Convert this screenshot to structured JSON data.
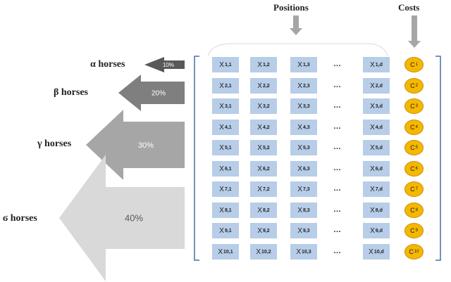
{
  "headers": {
    "positions": "Positions",
    "costs": "Costs"
  },
  "groups": [
    {
      "label": "α horses",
      "percent": "10%",
      "color": "#595959",
      "text_color": "#ffffff"
    },
    {
      "label": "β horses",
      "percent": "20%",
      "color": "#7f7f7f",
      "text_color": "#ffffff"
    },
    {
      "label": "γ horses",
      "percent": "30%",
      "color": "#a6a6a6",
      "text_color": "#ffffff"
    },
    {
      "label": "ϭ horses",
      "percent": "40%",
      "color": "#d9d9d9",
      "text_color": "#595959"
    }
  ],
  "columns": [
    "1",
    "2",
    "3",
    "…",
    "d"
  ],
  "rows": [
    {
      "i": "1",
      "cells": [
        "X|1,1",
        "X|1,2",
        "X|1,3",
        "…",
        "X|1,d"
      ],
      "cost": "C|1"
    },
    {
      "i": "2",
      "cells": [
        "X|2,1",
        "X|2,2",
        "X|2,3",
        "…",
        "X|2,d"
      ],
      "cost": "C|2"
    },
    {
      "i": "3",
      "cells": [
        "X|3,1",
        "X|3,2",
        "X|3,3",
        "…",
        "X|3,d"
      ],
      "cost": "C|3"
    },
    {
      "i": "4",
      "cells": [
        "X|4,1",
        "X|4,2",
        "X|4,3",
        "…",
        "X|4,d"
      ],
      "cost": "C|4"
    },
    {
      "i": "5",
      "cells": [
        "X|5,1",
        "X|5,2",
        "X|5,3",
        "…",
        "X|5,d"
      ],
      "cost": "C|5"
    },
    {
      "i": "6",
      "cells": [
        "X|6,1",
        "X|6,2",
        "X|6,3",
        "…",
        "X|6,d"
      ],
      "cost": "C|6"
    },
    {
      "i": "7",
      "cells": [
        "X|7,1",
        "X|7,2",
        "X|7,3",
        "…",
        "X|7,d"
      ],
      "cost": "C|7"
    },
    {
      "i": "8",
      "cells": [
        "X|8,1",
        "X|8,2",
        "X|8,3",
        "…",
        "X|8,d"
      ],
      "cost": "C|8"
    },
    {
      "i": "9",
      "cells": [
        "X|9,1",
        "X|9,2",
        "X|9,3",
        "…",
        "X|9,d"
      ],
      "cost": "C|9"
    },
    {
      "i": "10",
      "cells": [
        "X|10,1",
        "X|10,2",
        "X|10,3",
        "…",
        "X|10,d"
      ],
      "cost": "C|10"
    }
  ],
  "colors": {
    "cell_fill": "#b7cde8",
    "cost_fill": "#f5b700",
    "bracket": "#4a6fa5",
    "header_arrow": "#a6a6a6"
  }
}
